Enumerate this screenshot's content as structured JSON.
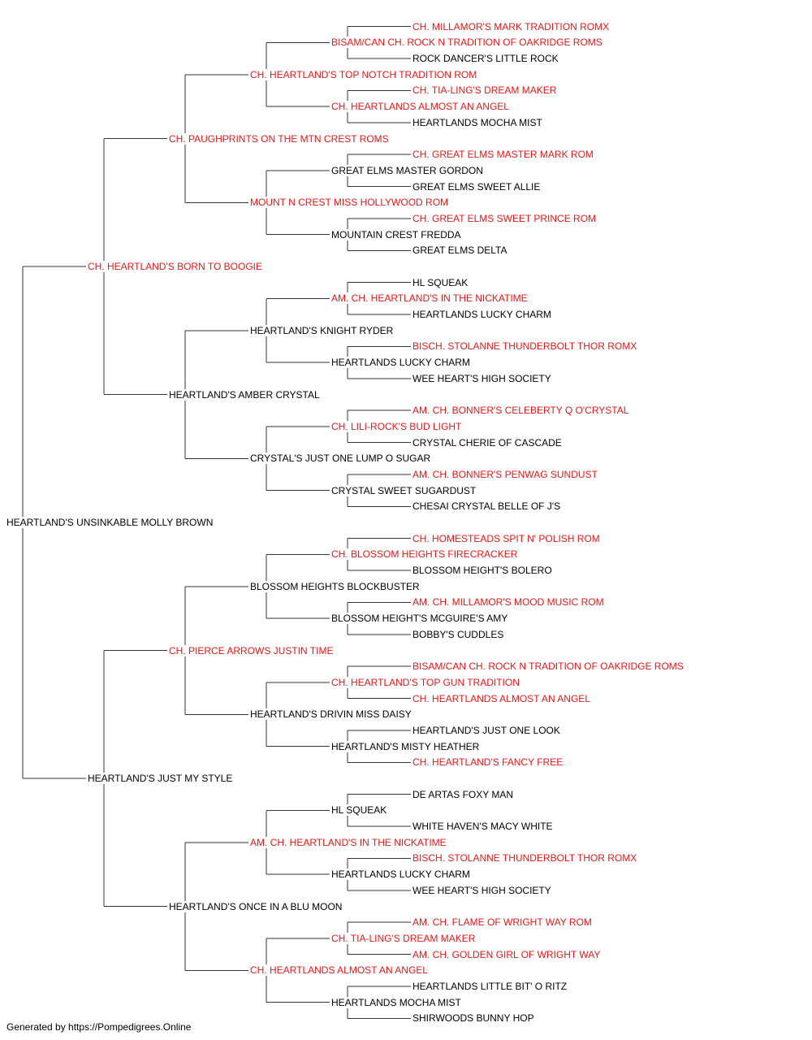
{
  "colors": {
    "champion": "#e0191a",
    "normal": "#000000",
    "line": "#333333"
  },
  "footer": "Generated by https://Pompedigrees.Online",
  "pedigree": {
    "name": "HEARTLAND'S UNSINKABLE MOLLY BROWN",
    "champion": false,
    "sire": {
      "name": "CH. HEARTLAND'S BORN TO BOOGIE",
      "champion": true,
      "sire": {
        "name": "CH. PAUGHPRINTS ON THE MTN CREST ROMS",
        "champion": true,
        "sire": {
          "name": "CH. HEARTLAND'S TOP NOTCH TRADITION ROM",
          "champion": true,
          "sire": {
            "name": "BISAM/CAN CH. ROCK N TRADITION OF OAKRIDGE ROMS",
            "champion": true,
            "sire": {
              "name": "CH. MILLAMOR'S MARK TRADITION ROMX",
              "champion": true
            },
            "dam": {
              "name": "ROCK DANCER'S LITTLE ROCK",
              "champion": false
            }
          },
          "dam": {
            "name": "CH. HEARTLANDS ALMOST AN ANGEL",
            "champion": true,
            "sire": {
              "name": "CH. TIA-LING'S DREAM MAKER",
              "champion": true
            },
            "dam": {
              "name": "HEARTLANDS MOCHA MIST",
              "champion": false
            }
          }
        },
        "dam": {
          "name": "MOUNT N CREST MISS HOLLYWOOD ROM",
          "champion": true,
          "sire": {
            "name": "GREAT ELMS MASTER GORDON",
            "champion": false,
            "sire": {
              "name": "CH. GREAT ELMS MASTER MARK ROM",
              "champion": true
            },
            "dam": {
              "name": "GREAT ELMS SWEET ALLIE",
              "champion": false
            }
          },
          "dam": {
            "name": "MOUNTAIN CREST FREDDA",
            "champion": false,
            "sire": {
              "name": "CH. GREAT ELMS SWEET PRINCE ROM",
              "champion": true
            },
            "dam": {
              "name": "GREAT ELMS DELTA",
              "champion": false
            }
          }
        }
      },
      "dam": {
        "name": "HEARTLAND'S AMBER CRYSTAL",
        "champion": false,
        "sire": {
          "name": "HEARTLAND'S KNIGHT RYDER",
          "champion": false,
          "sire": {
            "name": "AM. CH. HEARTLAND'S IN THE NICKATIME",
            "champion": true,
            "sire": {
              "name": "HL SQUEAK",
              "champion": false
            },
            "dam": {
              "name": "HEARTLANDS LUCKY CHARM",
              "champion": false
            }
          },
          "dam": {
            "name": "HEARTLANDS LUCKY CHARM",
            "champion": false,
            "sire": {
              "name": "BISCH. STOLANNE THUNDERBOLT THOR ROMX",
              "champion": true
            },
            "dam": {
              "name": "WEE HEART'S HIGH SOCIETY",
              "champion": false
            }
          }
        },
        "dam": {
          "name": "CRYSTAL'S JUST ONE LUMP O SUGAR",
          "champion": false,
          "sire": {
            "name": "CH. LILI-ROCK'S BUD LIGHT",
            "champion": true,
            "sire": {
              "name": "AM. CH. BONNER'S CELEBERTY Q O'CRYSTAL",
              "champion": true
            },
            "dam": {
              "name": "CRYSTAL CHERIE OF CASCADE",
              "champion": false
            }
          },
          "dam": {
            "name": "CRYSTAL SWEET SUGARDUST",
            "champion": false,
            "sire": {
              "name": "AM. CH. BONNER'S PENWAG SUNDUST",
              "champion": true
            },
            "dam": {
              "name": "CHESAI CRYSTAL BELLE OF J'S",
              "champion": false
            }
          }
        }
      }
    },
    "dam": {
      "name": "HEARTLAND'S JUST MY STYLE",
      "champion": false,
      "sire": {
        "name": "CH. PIERCE ARROWS JUSTIN TIME",
        "champion": true,
        "sire": {
          "name": "BLOSSOM HEIGHTS BLOCKBUSTER",
          "champion": false,
          "sire": {
            "name": "CH. BLOSSOM HEIGHTS FIRECRACKER",
            "champion": true,
            "sire": {
              "name": "CH. HOMESTEADS SPIT N' POLISH ROM",
              "champion": true
            },
            "dam": {
              "name": "BLOSSOM HEIGHT'S BOLERO",
              "champion": false
            }
          },
          "dam": {
            "name": "BLOSSOM HEIGHT'S MCGUIRE'S AMY",
            "champion": false,
            "sire": {
              "name": "AM. CH. MILLAMOR'S MOOD MUSIC ROM",
              "champion": true
            },
            "dam": {
              "name": "BOBBY'S CUDDLES",
              "champion": false
            }
          }
        },
        "dam": {
          "name": "HEARTLAND'S DRIVIN MISS DAISY",
          "champion": false,
          "sire": {
            "name": "CH. HEARTLAND'S TOP GUN TRADITION",
            "champion": true,
            "sire": {
              "name": "BISAM/CAN CH. ROCK N TRADITION OF OAKRIDGE ROMS",
              "champion": true
            },
            "dam": {
              "name": "CH. HEARTLANDS ALMOST AN ANGEL",
              "champion": true
            }
          },
          "dam": {
            "name": "HEARTLAND'S MISTY HEATHER",
            "champion": false,
            "sire": {
              "name": "HEARTLAND'S JUST ONE LOOK",
              "champion": false
            },
            "dam": {
              "name": "CH. HEARTLAND'S FANCY FREE",
              "champion": true
            }
          }
        }
      },
      "dam": {
        "name": "HEARTLAND'S ONCE IN A BLU MOON",
        "champion": false,
        "sire": {
          "name": "AM. CH. HEARTLAND'S IN THE NICKATIME",
          "champion": true,
          "sire": {
            "name": "HL SQUEAK",
            "champion": false,
            "sire": {
              "name": "DE ARTAS FOXY MAN",
              "champion": false
            },
            "dam": {
              "name": "WHITE HAVEN'S MACY WHITE",
              "champion": false
            }
          },
          "dam": {
            "name": "HEARTLANDS LUCKY CHARM",
            "champion": false,
            "sire": {
              "name": "BISCH. STOLANNE THUNDERBOLT THOR ROMX",
              "champion": true
            },
            "dam": {
              "name": "WEE HEART'S HIGH SOCIETY",
              "champion": false
            }
          }
        },
        "dam": {
          "name": "CH. HEARTLANDS ALMOST AN ANGEL",
          "champion": true,
          "sire": {
            "name": "CH. TIA-LING'S DREAM MAKER",
            "champion": true,
            "sire": {
              "name": "AM. CH. FLAME OF WRIGHT WAY ROM",
              "champion": true
            },
            "dam": {
              "name": "AM. CH. GOLDEN GIRL OF WRIGHT WAY",
              "champion": true
            }
          },
          "dam": {
            "name": "HEARTLANDS MOCHA MIST",
            "champion": false,
            "sire": {
              "name": "HEARTLANDS LITTLE BIT' O RITZ",
              "champion": false
            },
            "dam": {
              "name": "SHIRWOODS BUNNY HOP",
              "champion": false
            }
          }
        }
      }
    }
  }
}
